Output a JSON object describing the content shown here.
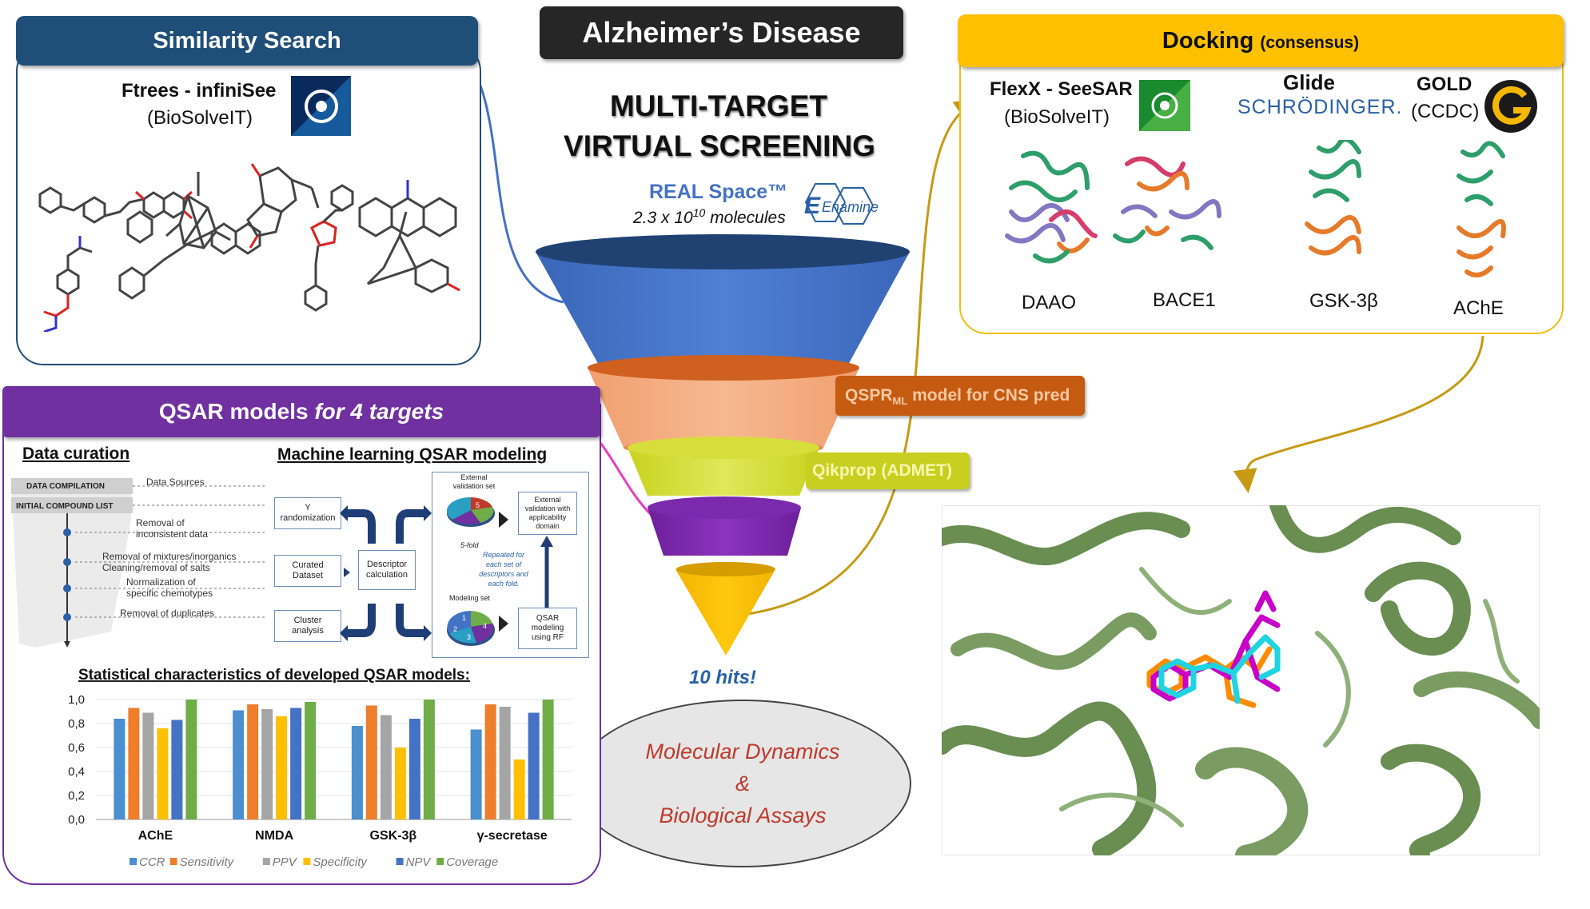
{
  "top_title": "Alzheimer’s Disease",
  "center": {
    "line1": "MULTI-TARGET",
    "line2": "VIRTUAL SCREENING",
    "real_space": "REAL Space™",
    "molecules_base": "2.3 x 10",
    "molecules_exp": "10",
    "molecules_word": " molecules",
    "enamine_logo": "Enamine",
    "hits": "10 hits!",
    "md_line1": "Molecular Dynamics",
    "md_line2": "&",
    "md_line3": "Biological Assays"
  },
  "funnel": {
    "qspr_prefix": "QSPR",
    "qspr_sub": "ML",
    "qspr_suffix": " model for CNS pred",
    "qikprop": "Qikprop (ADMET)"
  },
  "similarity": {
    "header": "Similarity Search",
    "tool": "Ftrees - infiniSee",
    "vendor": "(BioSolveIT)"
  },
  "docking": {
    "header_main": "Docking",
    "header_sub": "(consensus)",
    "flexx_name": "FlexX - SeeSAR",
    "flexx_vendor": "(BioSolveIT)",
    "glide_name": "Glide",
    "glide_vendor": "SCHRÖDINGER.",
    "gold_name": "GOLD",
    "gold_vendor": "(CCDC)",
    "targets": [
      "DAAO",
      "BACE1",
      "GSK-3β",
      "AChE"
    ]
  },
  "qsar": {
    "header_main": "QSAR models ",
    "header_italic": "for 4 targets",
    "data_curation": "Data curation",
    "ml_title": "Machine learning QSAR modeling",
    "curation": {
      "data_sources": "Data Sources",
      "data_compilation": "DATA COMPILATION",
      "initial_list": "INITIAL COMPOUND LIST",
      "step1a": "Removal of",
      "step1b": "inconsistent data",
      "step2a": "Removal of mixtures/inorganics",
      "step2b": "Cleaning/removal of salts",
      "step3a": "Normalization of",
      "step3b": "specific chemotypes",
      "step4": "Removal of duplicates"
    },
    "ml": {
      "y_rand_1": "Y",
      "y_rand_2": "randomization",
      "curated_1": "Curated",
      "curated_2": "Dataset",
      "cluster_1": "Cluster",
      "cluster_2": "analysis",
      "descriptor_1": "Descriptor",
      "descriptor_2": "calculation",
      "ext_set_1": "External",
      "ext_set_2": "validation set",
      "ext_val_1": "External",
      "ext_val_2": "validation with",
      "ext_val_3": "applicability",
      "ext_val_4": "domain",
      "fold": "5-fold",
      "repeated_1": "Repeated for",
      "repeated_2": "each set of",
      "repeated_3": "descriptors and",
      "repeated_4": "each fold.",
      "modeling_set": "Modeling set",
      "qsar_rf_1": "QSAR",
      "qsar_rf_2": "modeling",
      "qsar_rf_3": "using RF",
      "pie_labels": [
        "1",
        "2",
        "3",
        "4",
        "5"
      ]
    },
    "stats_title": "Statistical characteristics of developed QSAR models:"
  },
  "chart_data": {
    "type": "bar",
    "title": "Statistical characteristics of developed QSAR models:",
    "categories": [
      "AChE",
      "NMDA",
      "GSK-3β",
      "γ-secretase"
    ],
    "ylim": [
      0,
      1
    ],
    "yticks": [
      "0,0",
      "0,2",
      "0,4",
      "0,6",
      "0,8",
      "1,0"
    ],
    "ytick_values": [
      0,
      0.2,
      0.4,
      0.6,
      0.8,
      1.0
    ],
    "legend_position": "bottom",
    "series": [
      {
        "name": "CCR",
        "color": "#4a8fd0",
        "values": [
          0.84,
          0.91,
          0.78,
          0.75
        ]
      },
      {
        "name": "Sensitivity",
        "color": "#ee7d2c",
        "values": [
          0.93,
          0.96,
          0.95,
          0.96
        ]
      },
      {
        "name": "PPV",
        "color": "#a5a5a5",
        "values": [
          0.89,
          0.92,
          0.87,
          0.94
        ]
      },
      {
        "name": "Specificity",
        "color": "#ffc000",
        "values": [
          0.76,
          0.86,
          0.6,
          0.5
        ]
      },
      {
        "name": "NPV",
        "color": "#4472c4",
        "values": [
          0.83,
          0.93,
          0.84,
          0.89
        ]
      },
      {
        "name": "Coverage",
        "color": "#70ad47",
        "values": [
          1.0,
          0.98,
          1.0,
          1.0
        ]
      }
    ]
  }
}
